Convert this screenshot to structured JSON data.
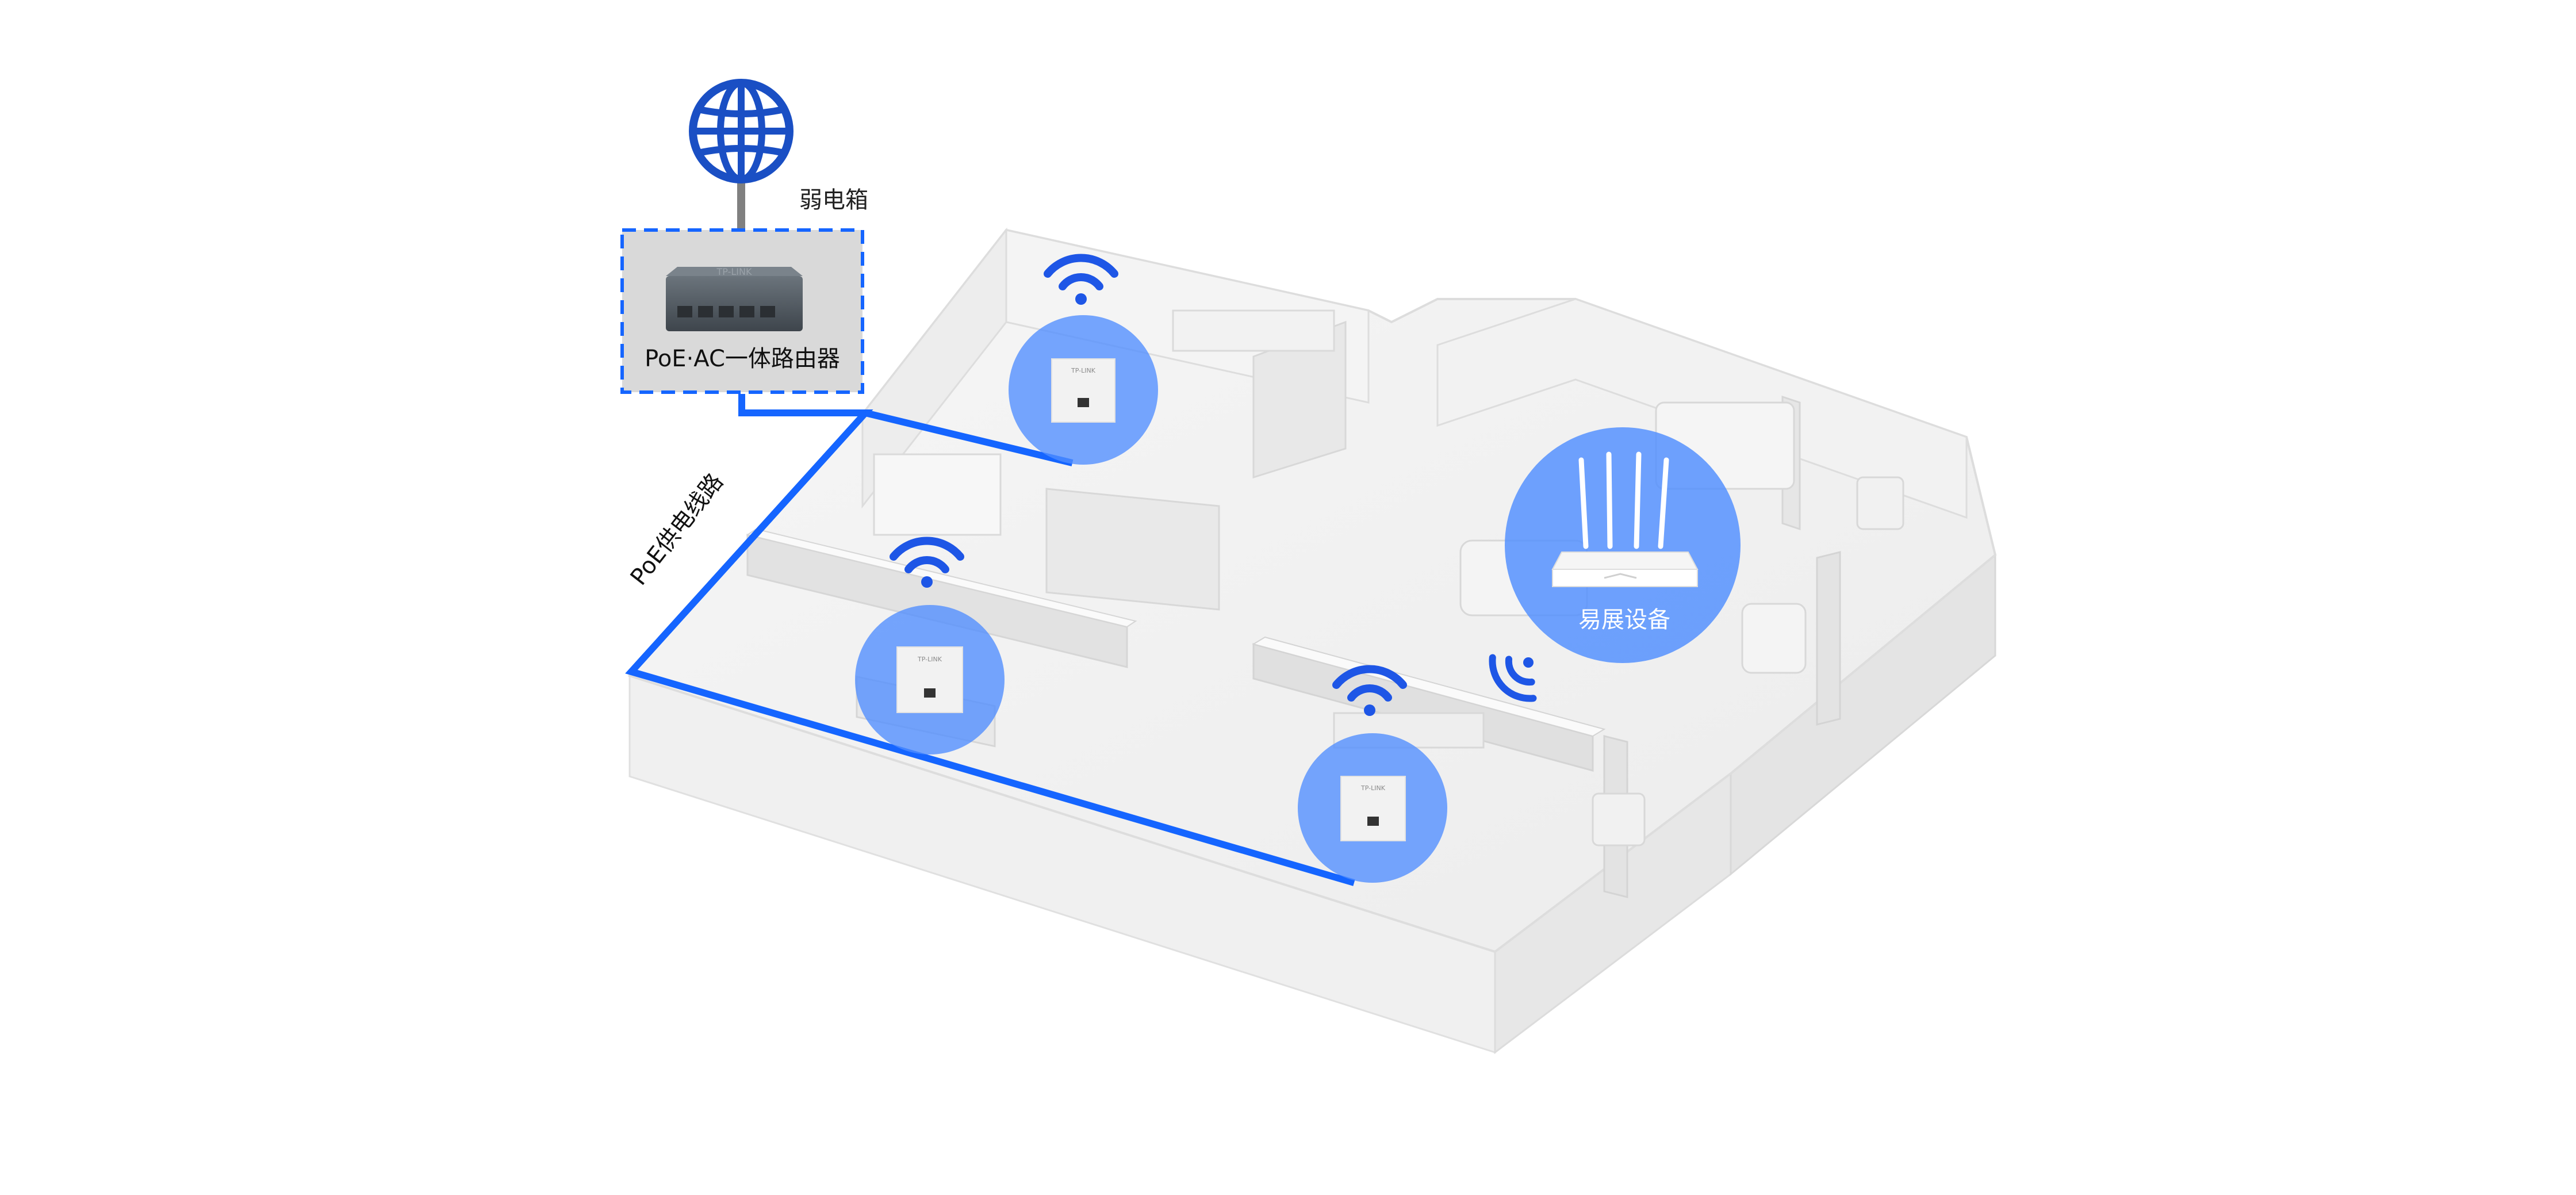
{
  "labels": {
    "weak_box": "弱电箱",
    "router": "PoE·AC一体路由器",
    "poe_line": "PoE供电线路",
    "mesh_device": "易展设备"
  },
  "router_brand": "TP-LINK",
  "ap_brand": "TP-LINK",
  "colors": {
    "accent_blue": "#1565ff",
    "globe_blue": "#1a4fc4",
    "bubble_blue": "#4f8dff",
    "wifi_blue": "#1e56e6",
    "floor": "#f3f3f3",
    "wall_top": "#f9f9f9",
    "wall_side": "#e6e6e6",
    "router_box_bg": "#d9d9d9",
    "router_box_border": "#1565ff",
    "router_body": "#555e66"
  },
  "icons": [
    "globe-icon",
    "wifi-icon",
    "wall-ap-icon",
    "mesh-router-icon",
    "poe-router-icon"
  ]
}
